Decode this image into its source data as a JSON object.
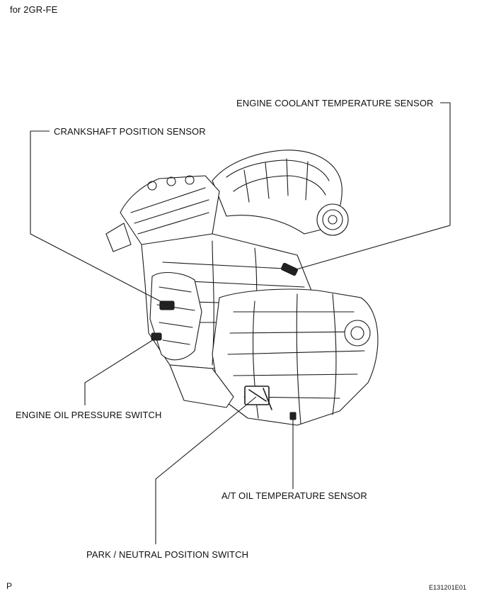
{
  "subtitle": "for 2GR-FE",
  "labels": {
    "engine_coolant_temperature_sensor": "ENGINE COOLANT TEMPERATURE SENSOR",
    "crankshaft_position_sensor": "CRANKSHAFT POSITION SENSOR",
    "engine_oil_pressure_switch": "ENGINE OIL PRESSURE SWITCH",
    "at_oil_temperature_sensor": "A/T OIL TEMPERATURE SENSOR",
    "park_neutral_position_switch": "PARK / NEUTRAL POSITION SWITCH"
  },
  "footer": {
    "page_mark": "P",
    "figure_code": "E131201E01"
  }
}
